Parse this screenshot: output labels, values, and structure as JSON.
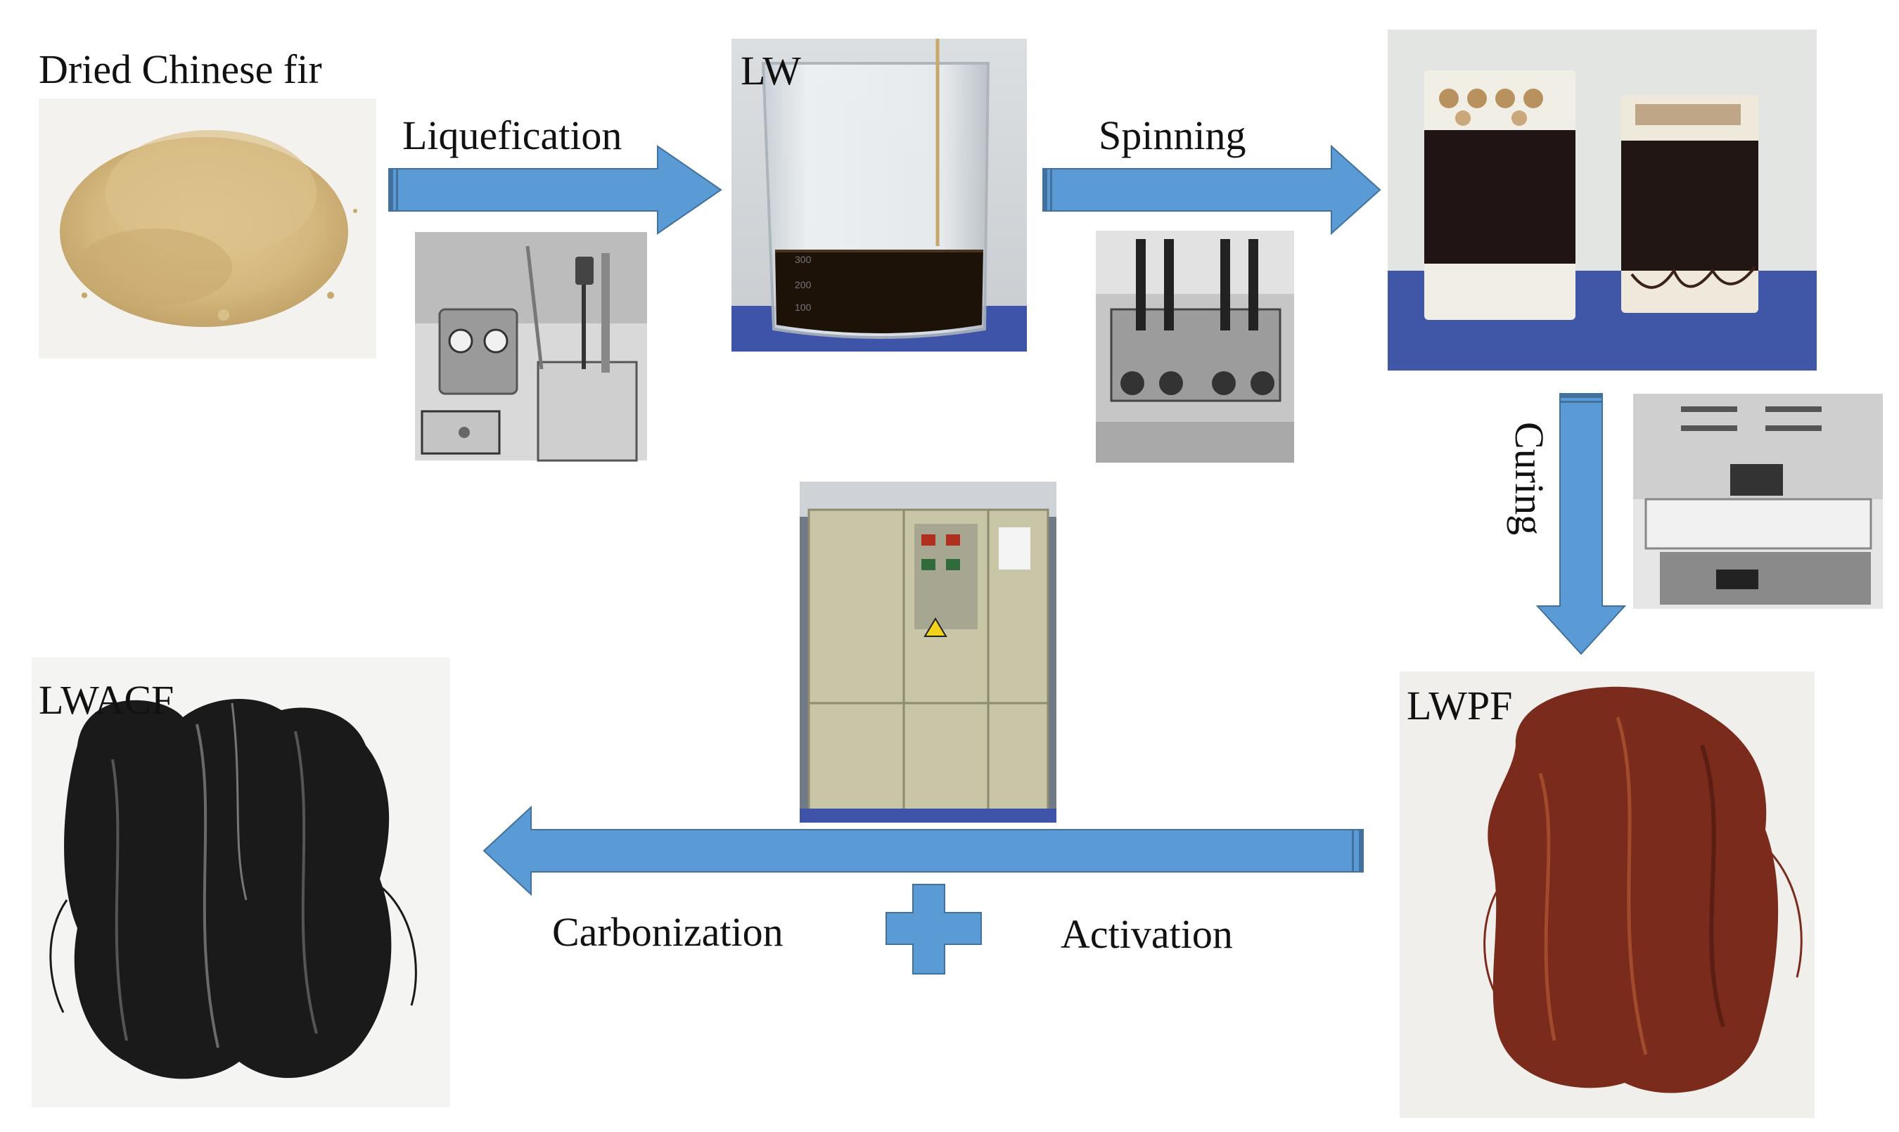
{
  "labels": {
    "dried_fir": "Dried Chinese fir",
    "lw": "LW",
    "lwpf": "LWPF",
    "lwacf": "LWACF"
  },
  "steps": {
    "liquefication": "Liquefication",
    "spinning": "Spinning",
    "curing": "Curing",
    "carbonization": "Carbonization",
    "activation": "Activation"
  },
  "colors": {
    "arrow_fill": "#5b9bd5",
    "arrow_edge": "#41719c",
    "sawdust": "#d4b77e",
    "liquefied_wood": "#1c1208",
    "wound_fiber": "#201514",
    "precursor_fiber": "#7a2b1c",
    "carbon_fiber": "#1a1a1a",
    "cabinet": "#c8c6a6",
    "floor_blue": "#3d54a8"
  }
}
